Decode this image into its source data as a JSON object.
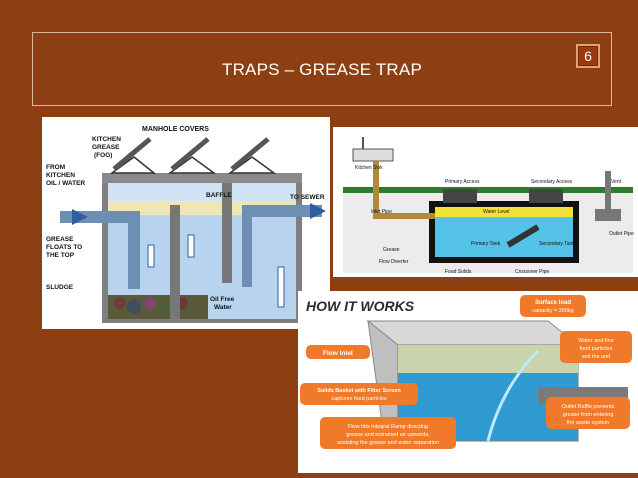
{
  "slide": {
    "title": "TRAPS – GREASE TRAP",
    "page_number": "6"
  },
  "diagram1": {
    "labels": {
      "manhole": "MANHOLE COVERS",
      "kitchen_grease_1": "KITCHEN",
      "kitchen_grease_2": "GREASE",
      "kitchen_grease_3": "(FOG)",
      "from_kitchen_1": "FROM",
      "from_kitchen_2": "KITCHEN",
      "from_kitchen_3": "OIL / WATER",
      "baffle": "BAFFLE",
      "to_sewer": "TO SEWER",
      "grease_floats_1": "GREASE",
      "grease_floats_2": "FLOATS TO",
      "grease_floats_3": "THE TOP",
      "sludge": "SLUDGE",
      "oil_free_1": "Oil Free",
      "oil_free_2": "Water"
    }
  },
  "diagram2": {
    "labels": {
      "kitchen_sink": "Kitchen Sink",
      "primary_access": "Primary Access",
      "secondary_access": "Secondary Access",
      "vent": "Vent",
      "inlet_pipe": "Inlet Pipe",
      "water_level": "Water Level",
      "primary_tank": "Primary Tank",
      "secondary_tank": "Secondary Tank",
      "outlet_pipe": "Outlet Pipe",
      "grease": "Grease",
      "flow_diverter": "Flow Diverter",
      "food_solids": "Food Solids",
      "crossover_pipe": "Crossover Pipe"
    }
  },
  "diagram3": {
    "heading": "HOW IT WORKS",
    "callouts": {
      "surface_load_1": "Surface load",
      "surface_load_2": "capacity = 200kg",
      "flow_inlet": "Flow Inlet",
      "water_line_1": "Water and fine",
      "water_line_2": "food particles",
      "water_line_3": "exit the unit",
      "solids_1": "Solids Basket with Filter Screen",
      "solids_2": "captures food particles",
      "outlet_1": "Outlet Baffle prevents",
      "outlet_2": "grease from entering",
      "outlet_3": "the waste system",
      "ramp_1": "Flow hits Integral Ramp directing",
      "ramp_2": "grease and entrained air upwards,",
      "ramp_3": "assisting the grease and water separation"
    }
  },
  "colors": {
    "background": "#8b3f12",
    "callout_orange": "#f07a2a"
  }
}
